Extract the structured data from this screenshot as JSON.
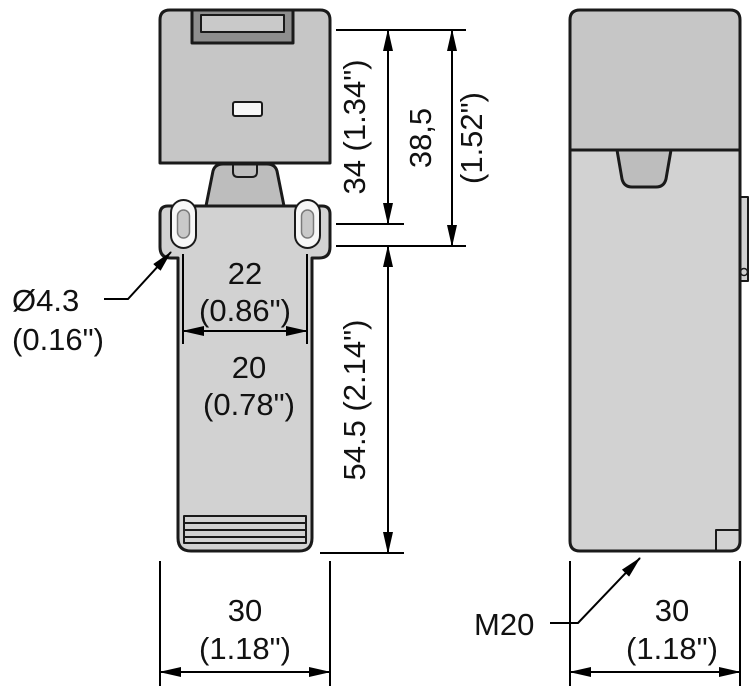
{
  "dimensions": {
    "top_to_hole": "34 (1.34\")",
    "head_height_mm": "38,5",
    "head_height_in": "(1.52\")",
    "hole_spacing_mm": "22",
    "hole_spacing_in": "(0.86\")",
    "slot_width_mm": "20",
    "slot_width_in": "(0.78\")",
    "body_height": "54.5 (2.14\")",
    "front_width_mm": "30",
    "front_width_in": "(1.18\")",
    "side_width_mm": "30",
    "side_width_in": "(1.18\")",
    "hole_dia_mm": "Ø4.3",
    "hole_dia_in": "(0.16\")",
    "conduit_thread": "M20"
  },
  "colors": {
    "head_fill": "#c6c6c6",
    "body_fill": "#d2d2d2",
    "outline": "#1a1a1a",
    "dimension_lines": "#000000",
    "background": "#ffffff"
  }
}
